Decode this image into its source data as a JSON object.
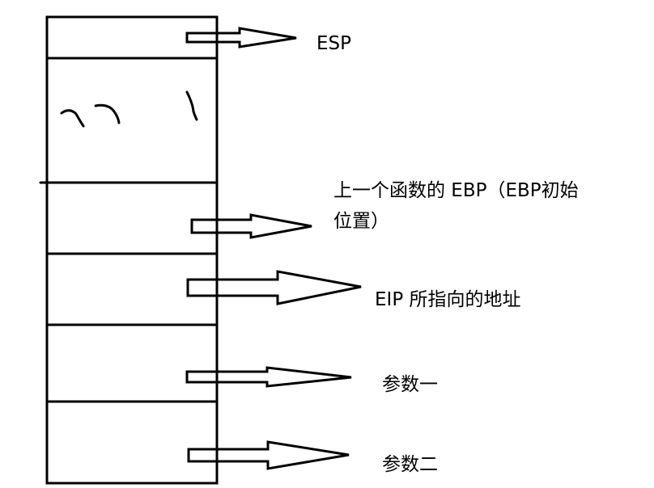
{
  "labels": {
    "esp": "ESP",
    "ebp_line1": "上一个函数的 EBP（EBP初始",
    "ebp_line2": "位置）",
    "eip": "EIP 所指向的地址",
    "arg1": "参数一",
    "arg2": "参数二"
  },
  "colors": {
    "stroke": "#000000",
    "background": "#ffffff"
  }
}
